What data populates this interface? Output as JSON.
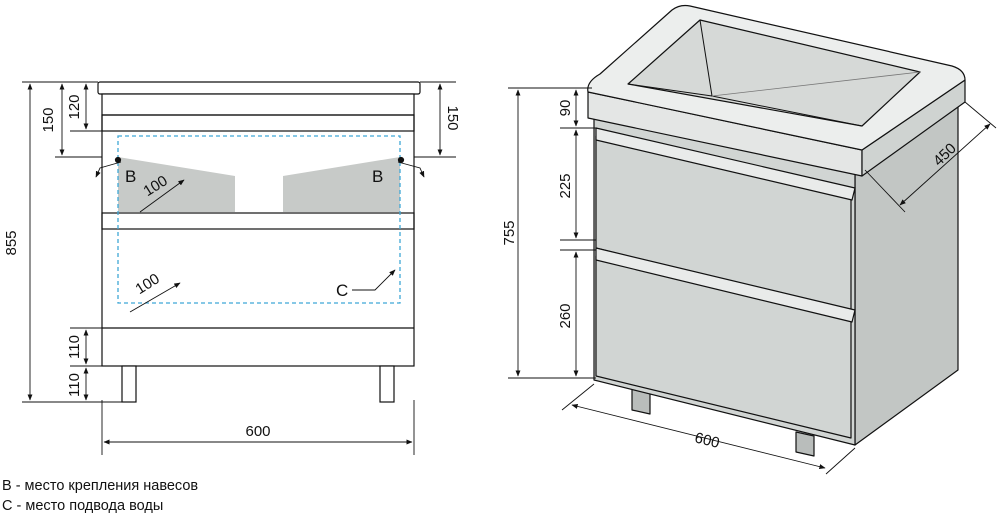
{
  "front_view": {
    "total_height": "855",
    "top_left_outer": "150",
    "top_left_inner": "120",
    "top_right": "150",
    "plinth_upper": "110",
    "plinth_lower": "110",
    "width": "600",
    "marker_b": "B",
    "marker_c": "C",
    "arrow_upper": "100",
    "arrow_lower": "100"
  },
  "iso_view": {
    "total_height": "755",
    "top_band": "90",
    "drawer_upper": "225",
    "drawer_lower": "260",
    "depth": "450",
    "width": "600"
  },
  "legend": {
    "line_b": "B - место крепления навесов",
    "line_c": "C - место подвода воды"
  },
  "colors": {
    "body": "#d1d5d3",
    "line": "#111111",
    "marker": "#3fa7d6"
  }
}
